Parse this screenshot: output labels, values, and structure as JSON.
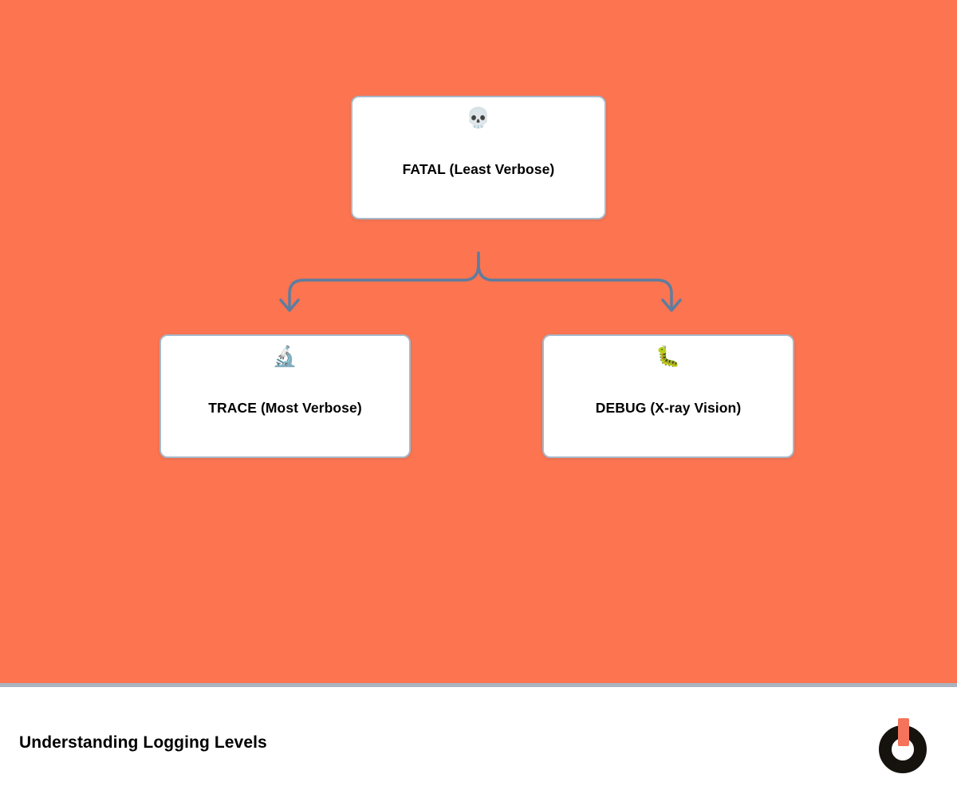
{
  "colors": {
    "canvas-bg": "#FC7450",
    "node-bg": "#FFFFFF",
    "node-border": "#A7B8C8",
    "edge": "#5E7D9E",
    "divider": "#A9B4C0",
    "footer-bg": "#FFFFFF",
    "title-color": "#000000",
    "logo-ring": "#16120E",
    "logo-accent": "#F4735A"
  },
  "diagram": {
    "nodes": [
      {
        "id": "fatal",
        "icon": "skull-icon",
        "glyph": "💀",
        "label": "FATAL (Least Verbose)"
      },
      {
        "id": "trace",
        "icon": "microscope-icon",
        "glyph": "🔬",
        "label": "TRACE (Most Verbose)"
      },
      {
        "id": "debug",
        "icon": "bug-icon",
        "glyph": "🐛",
        "label": "DEBUG (X-ray Vision)"
      }
    ],
    "edges": [
      {
        "from": "FATAL (Least Verbose)",
        "to": "TRACE (Most Verbose)"
      },
      {
        "from": "FATAL (Least Verbose)",
        "to": "DEBUG (X-ray Vision)"
      }
    ]
  },
  "footer": {
    "title": "Understanding Logging Levels",
    "logo": "power-icon"
  }
}
